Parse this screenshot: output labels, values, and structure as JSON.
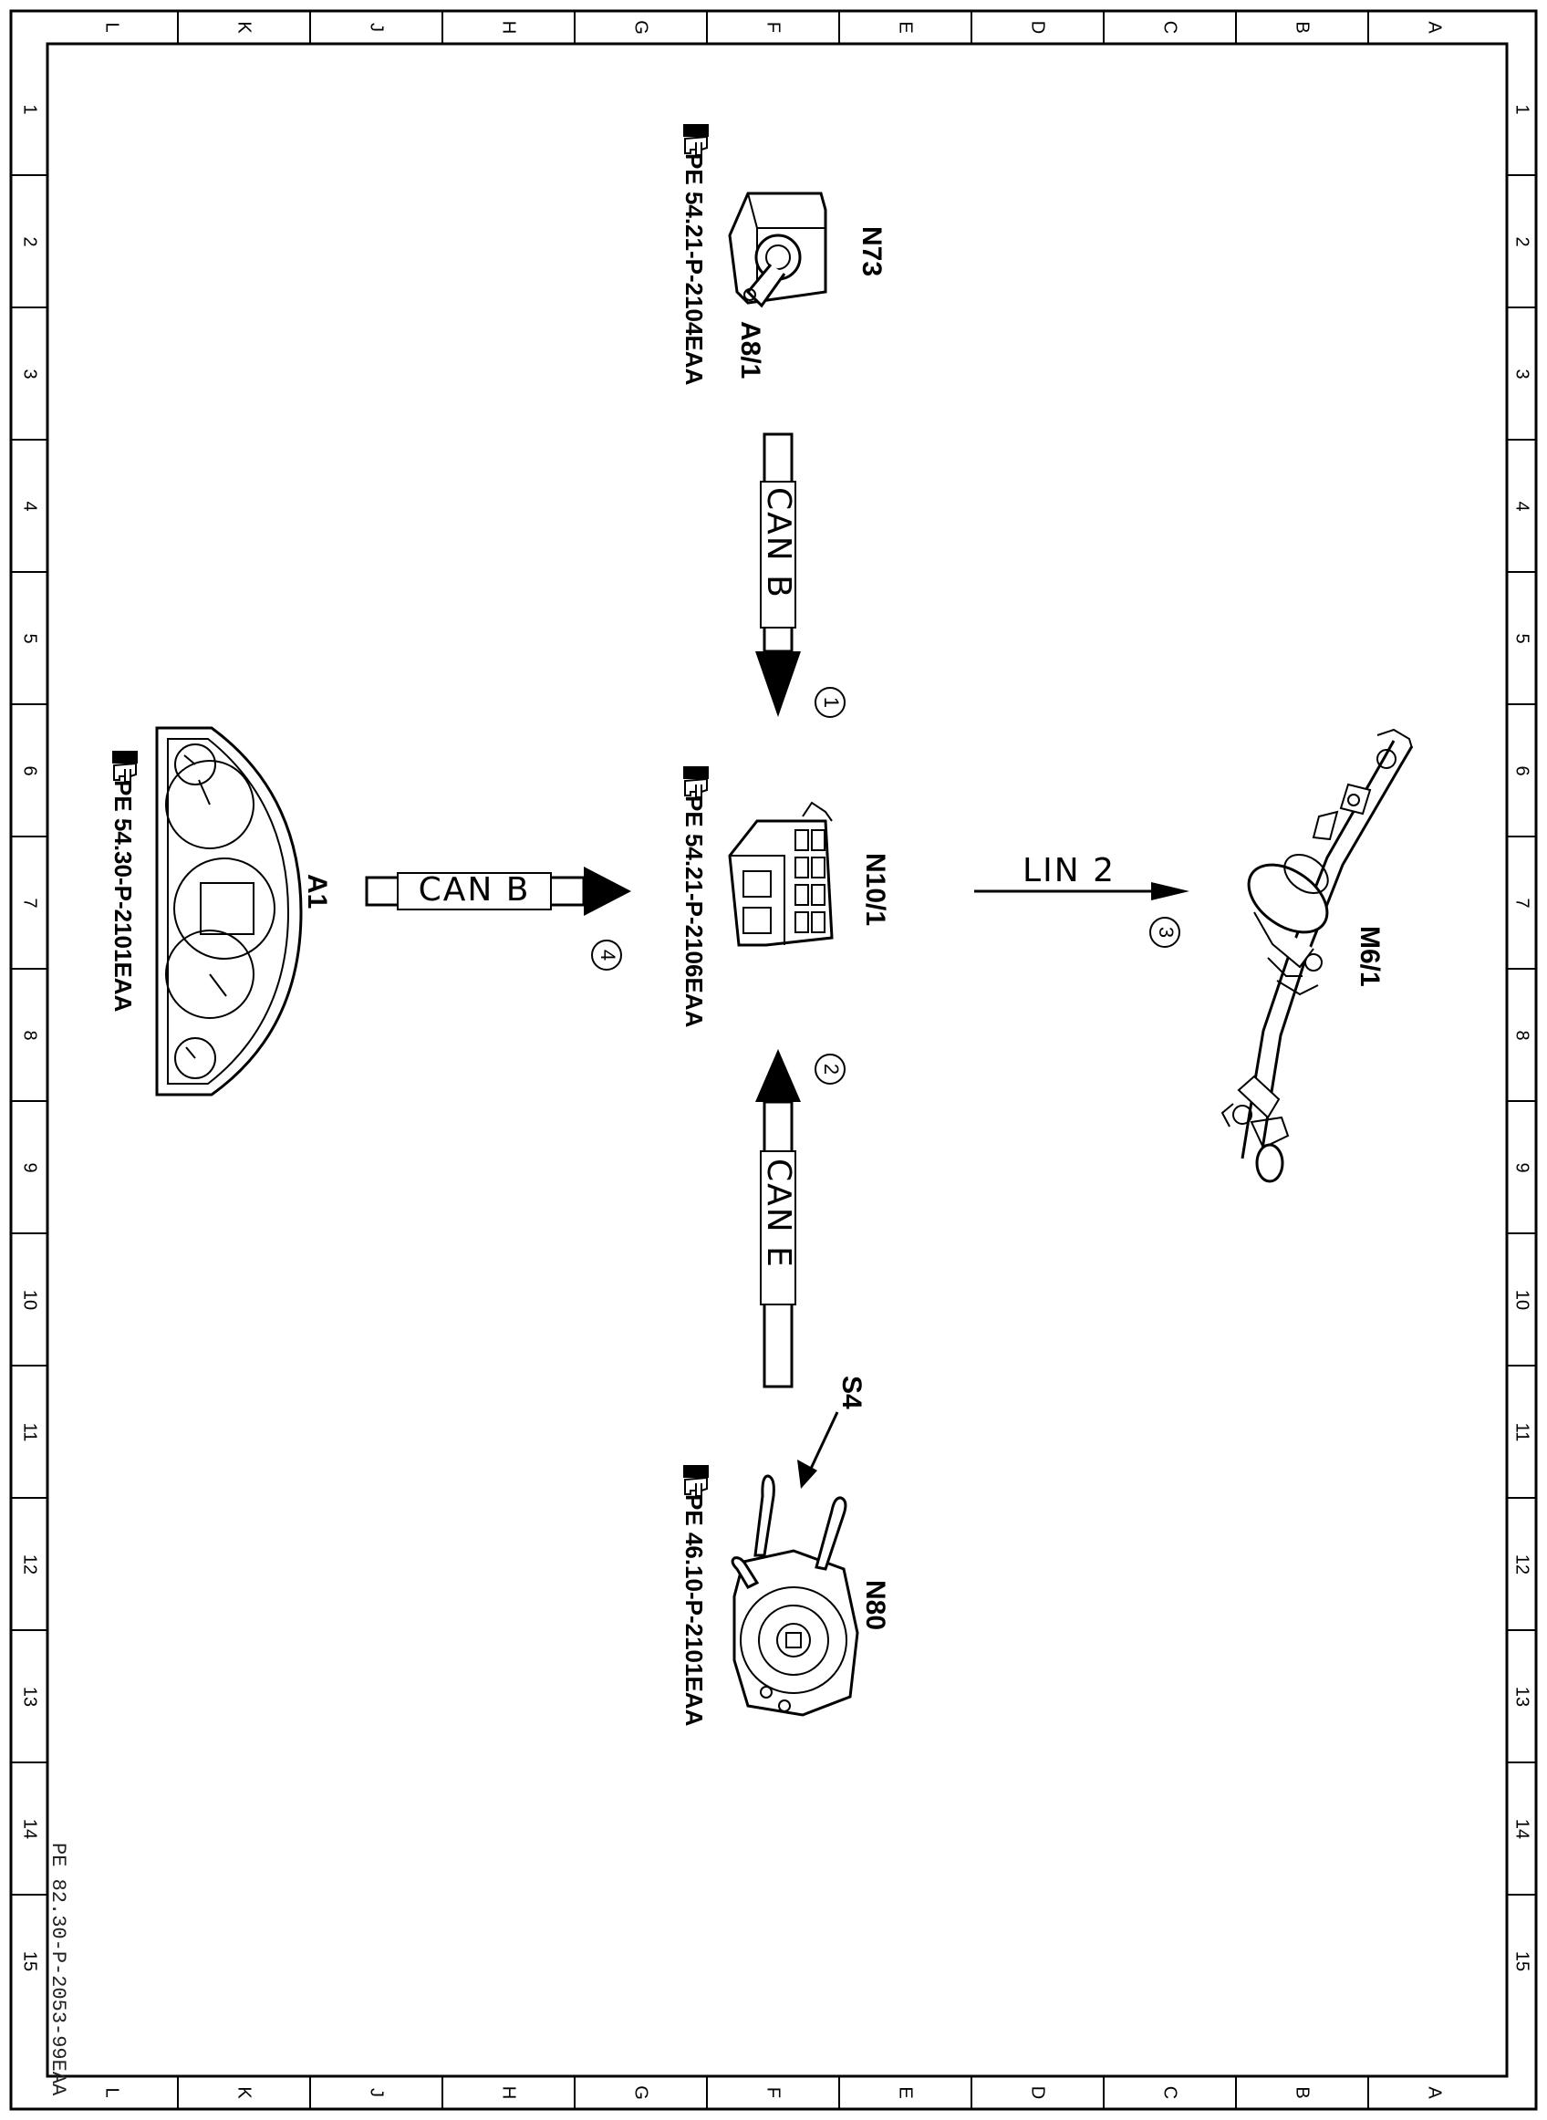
{
  "grid": {
    "letters": [
      "L",
      "K",
      "J",
      "H",
      "G",
      "F",
      "E",
      "D",
      "C",
      "B",
      "A"
    ],
    "numbers": [
      "1",
      "2",
      "3",
      "4",
      "5",
      "6",
      "7",
      "8",
      "9",
      "10",
      "11",
      "12",
      "13",
      "14",
      "15"
    ]
  },
  "doc_number": "PE 82.30-P-2053-99EAA",
  "reference_marker": "hand-pointer-icon",
  "components": {
    "n73": {
      "label": "N73",
      "sub_label": "A8/1",
      "ref": "PE 54.21-P-2104EAA"
    },
    "n10": {
      "label": "N10/1",
      "ref": "PE 54.21-P-2106EAA"
    },
    "a1": {
      "label": "A1",
      "ref": "PE 54.30-P-2101EAA"
    },
    "n80": {
      "label": "N80",
      "sub_label": "S4",
      "ref": "PE 46.10-P-2101EAA"
    },
    "m6": {
      "label": "M6/1"
    }
  },
  "connections": [
    {
      "id": "1",
      "bus": "CAN B"
    },
    {
      "id": "2",
      "bus": "CAN E"
    },
    {
      "id": "3",
      "bus": "LIN 2"
    },
    {
      "id": "4",
      "bus": "CAN B"
    }
  ]
}
